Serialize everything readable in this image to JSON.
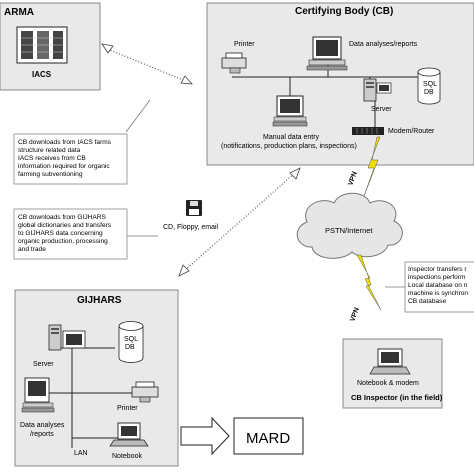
{
  "panels": {
    "arma": {
      "title": "ARMA",
      "system_label": "IACS"
    },
    "cb": {
      "title": "Certifying Body (CB)",
      "printer": "Printer",
      "data_analyses": "Data analyses/reports",
      "server": "Server",
      "sql_db_line1": "SQL",
      "sql_db_line2": "DB",
      "manual_entry_line1": "Manual data entry",
      "manual_entry_line2": "(notifications, production plans, inspections)",
      "modem_router": "Modem/Router"
    },
    "gijhars": {
      "title": "GIJHARS",
      "server": "Server",
      "sql_db_line1": "SQL",
      "sql_db_line2": "DB",
      "printer": "Printer",
      "data_analyses_line1": "Data analyses",
      "data_analyses_line2": "/reports",
      "lan": "LAN",
      "notebook": "Notebook"
    },
    "inspector": {
      "notebook_modem": "Notebook & modem",
      "title": "CB Inspector (in the field)"
    }
  },
  "notes": {
    "iacs_note": [
      "CB downloads from IACS farms",
      "structure related data",
      "IACS receives from CB",
      "information required for organic",
      "farming subventioning"
    ],
    "gijhars_note": [
      "CB downloads from GIJHARS",
      "global dictionaries and transfers",
      "to GIJHARS data concerning",
      "organic production, processing",
      "and trade"
    ],
    "inspector_note": [
      "Inspector transfers r",
      "inspections perform",
      "Local database on n",
      "machine is synchron",
      "CB database"
    ]
  },
  "media_label": "CD, Floppy, email",
  "network": {
    "cloud": "PSTN/Internet",
    "vpn_top": "VPN",
    "vpn_bottom": "VPN"
  },
  "mard": "MARD"
}
